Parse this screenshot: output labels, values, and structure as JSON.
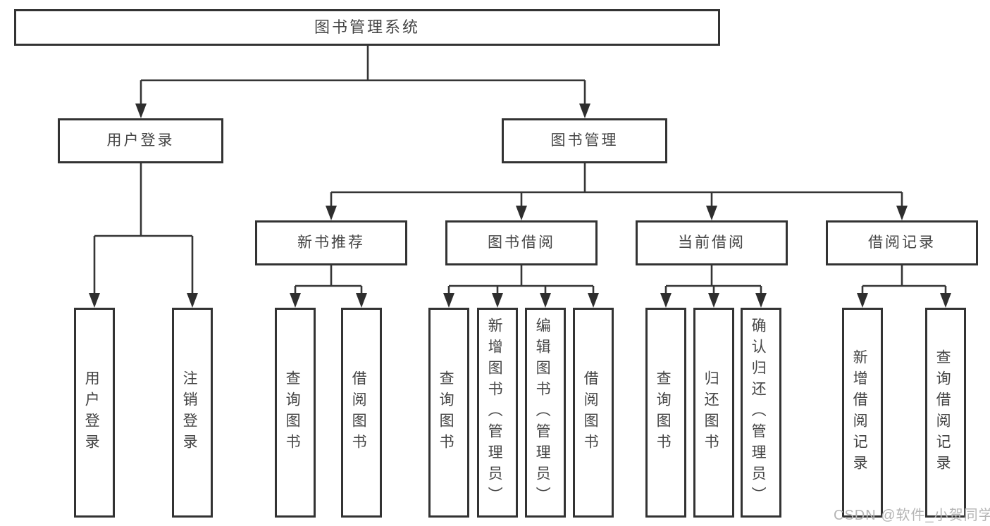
{
  "tree": {
    "root": {
      "label": "图书管理系统"
    },
    "branches": [
      {
        "label": "用户登录",
        "children": [
          "用户登录",
          "注销登录"
        ]
      },
      {
        "label": "图书管理",
        "sections": [
          {
            "label": "新书推荐",
            "children": [
              "查询图书",
              "借阅图书"
            ]
          },
          {
            "label": "图书借阅",
            "children": [
              "查询图书",
              "新增图书（管理员）",
              "编辑图书（管理员）",
              "借阅图书"
            ]
          },
          {
            "label": "当前借阅",
            "children": [
              "查询图书",
              "归还图书",
              "确认归还（管理员）"
            ]
          },
          {
            "label": "借阅记录",
            "children": [
              "新增借阅记录",
              "查询借阅记录"
            ]
          }
        ]
      }
    ]
  },
  "watermark": "CSDN @软件_小贺同学",
  "colors": {
    "line": "#353535",
    "box_border": "#333333",
    "text": "#454545",
    "watermark": "#b5b5b5",
    "background": "#ffffff"
  }
}
